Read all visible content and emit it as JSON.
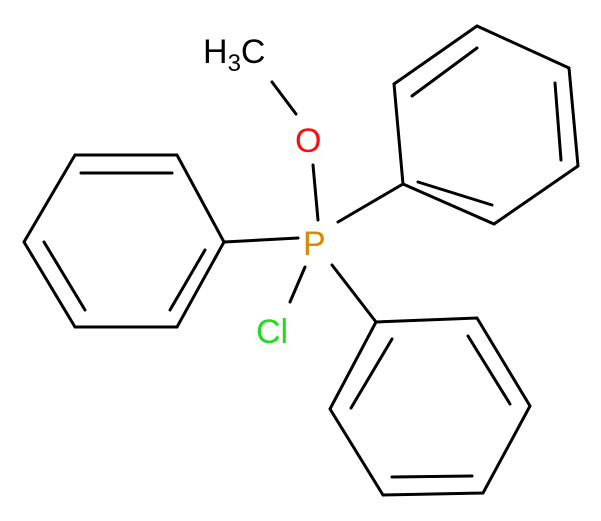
{
  "molecule": {
    "atoms": {
      "methyl": {
        "main": "H",
        "sub": "3",
        "tail": "C",
        "color": "#000000"
      },
      "oxygen": {
        "label": "O",
        "color": "#ff0d0d"
      },
      "phosphorus": {
        "label": "P",
        "color": "#d98c00"
      },
      "chlorine": {
        "label": "Cl",
        "color": "#1fdc1f"
      }
    },
    "rings": [
      "phenyl-left",
      "phenyl-upper-right",
      "phenyl-lower-right"
    ]
  }
}
